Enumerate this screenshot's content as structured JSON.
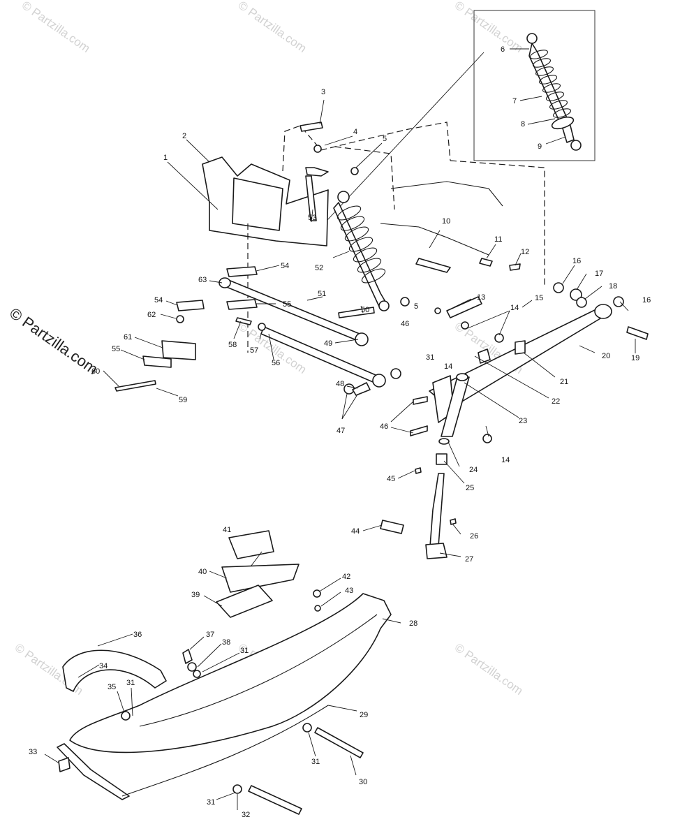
{
  "watermark": "© Partzilla.com",
  "callouts": {
    "c1": "1",
    "c2": "2",
    "c3": "3",
    "c4": "4",
    "c5a": "5",
    "c5b": "5",
    "c6": "6",
    "c7": "7",
    "c8": "8",
    "c9": "9",
    "c10": "10",
    "c11": "11",
    "c12": "12",
    "c13": "13",
    "c14a": "14",
    "c14b": "14",
    "c14c": "14",
    "c15": "15",
    "c16a": "16",
    "c16b": "16",
    "c17": "17",
    "c18": "18",
    "c19": "19",
    "c20": "20",
    "c21": "21",
    "c22": "22",
    "c23": "23",
    "c24": "24",
    "c25": "25",
    "c26": "26",
    "c27": "27",
    "c28": "28",
    "c29": "29",
    "c30": "30",
    "c31a": "31",
    "c31b": "31",
    "c31c": "31",
    "c31d": "31",
    "c31e": "31",
    "c32": "32",
    "c33": "33",
    "c34": "34",
    "c35": "35",
    "c36": "36",
    "c37": "37",
    "c38": "38",
    "c39": "39",
    "c40": "40",
    "c41": "41",
    "c42": "42",
    "c43": "43",
    "c44": "44",
    "c45": "45",
    "c46a": "46",
    "c46b": "46",
    "c47": "47",
    "c48": "48",
    "c49": "49",
    "c50": "50",
    "c51": "51",
    "c52": "52",
    "c53": "53",
    "c54a": "54",
    "c54b": "54",
    "c55a": "55",
    "c55b": "55",
    "c56": "56",
    "c57": "57",
    "c58": "58",
    "c59": "59",
    "c60": "60",
    "c61": "61",
    "c62": "62",
    "c63": "63"
  }
}
